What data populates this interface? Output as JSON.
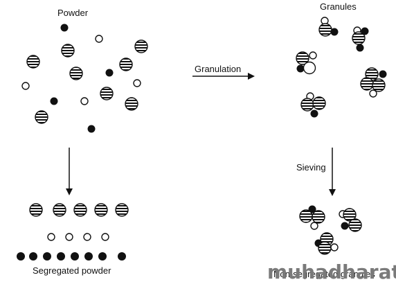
{
  "labels": {
    "powder": "Powder",
    "granules": "Granules",
    "granulation": "Granulation",
    "sieving": "Sieving",
    "segregated_powder": "Segregated powder",
    "bottom_right_caption": "Non-segregated granules"
  },
  "watermark": "muhadharaty.com",
  "colors": {
    "ink": "#111111",
    "background": "#ffffff",
    "watermark": "#7a7a7a"
  },
  "particle_types": [
    "striped-large",
    "solid-black-small",
    "hollow-small"
  ]
}
